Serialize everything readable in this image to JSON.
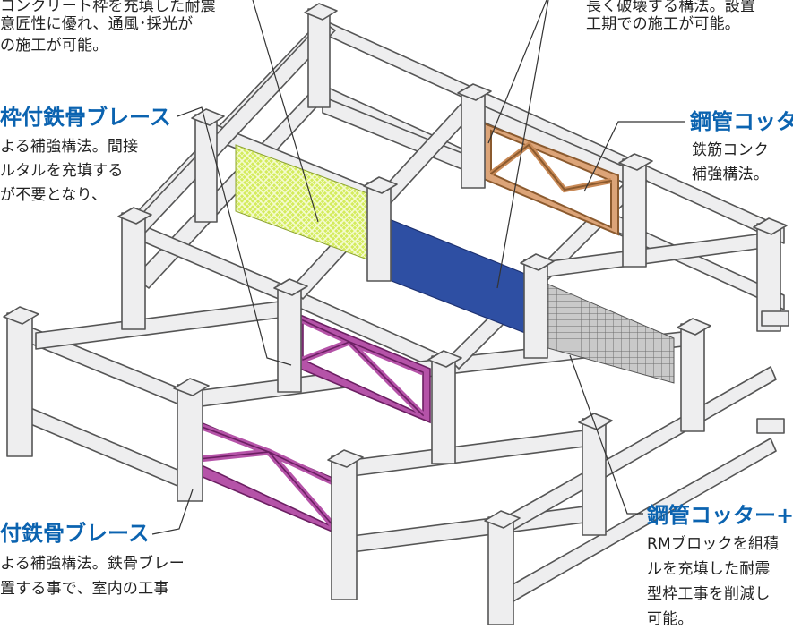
{
  "colors": {
    "title": "#0b63b0",
    "body_text": "#222222",
    "frame": "#eeeeef",
    "frame_edge": "#555555",
    "mesh": "#d2ea5a",
    "blue_panel": "#2e4fa3",
    "brown_brace": "#c98a57",
    "magenta_brace": "#a23a95",
    "block_grid": "#aaaaaa"
  },
  "callouts": {
    "top_left": {
      "lines": [
        "コンクリート枠を充填した耐震",
        "意匠性に優れ、通風･採光が",
        "の施工が可能。"
      ]
    },
    "top_right": {
      "lines": [
        "長く破壊する構法。設置",
        "工期での施工が可能。"
      ]
    },
    "mid_left": {
      "title": "枠付鉄骨ブレース",
      "lines": [
        "よる補強構法。間接",
        "ルタルを充填する",
        "が不要となり、"
      ]
    },
    "mid_right": {
      "title": "鋼管コッタ",
      "lines": [
        "鉄筋コンク",
        "補強構法。"
      ]
    },
    "bottom_left": {
      "title": "付鉄骨ブレース",
      "lines": [
        "よる補強構法。鉄骨ブレー",
        "置する事で、室内の工事"
      ]
    },
    "bottom_right": {
      "title": "鋼管コッター+",
      "lines": [
        "RMブロックを組積",
        "ルを充填した耐震",
        "型枠工事を削減し",
        "可能。"
      ]
    }
  }
}
